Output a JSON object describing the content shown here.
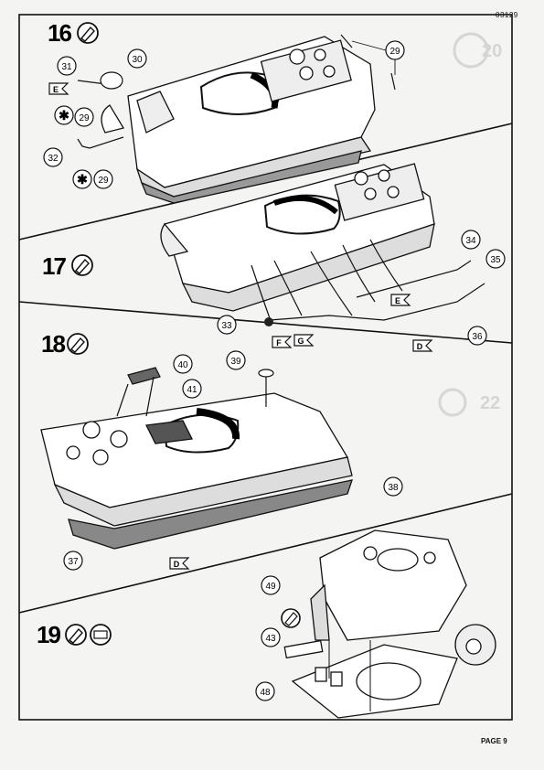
{
  "doc_code": "03129",
  "page_label": "PAGE 9",
  "steps": [
    {
      "number": "16",
      "callouts": [
        "29",
        "30",
        "31",
        "29",
        "32",
        "29"
      ],
      "letters": [
        "E"
      ]
    },
    {
      "number": "17",
      "callouts": [
        "34",
        "35",
        "36",
        "33"
      ],
      "letters": [
        "E",
        "F",
        "G",
        "D"
      ]
    },
    {
      "number": "18",
      "callouts": [
        "40",
        "39",
        "41",
        "38",
        "37"
      ],
      "letters": [
        "D"
      ]
    },
    {
      "number": "19",
      "callouts": [
        "49",
        "43",
        "48"
      ],
      "letters": []
    }
  ],
  "icons": [
    "glue-icon",
    "paint-icon",
    "assembly-icon"
  ]
}
